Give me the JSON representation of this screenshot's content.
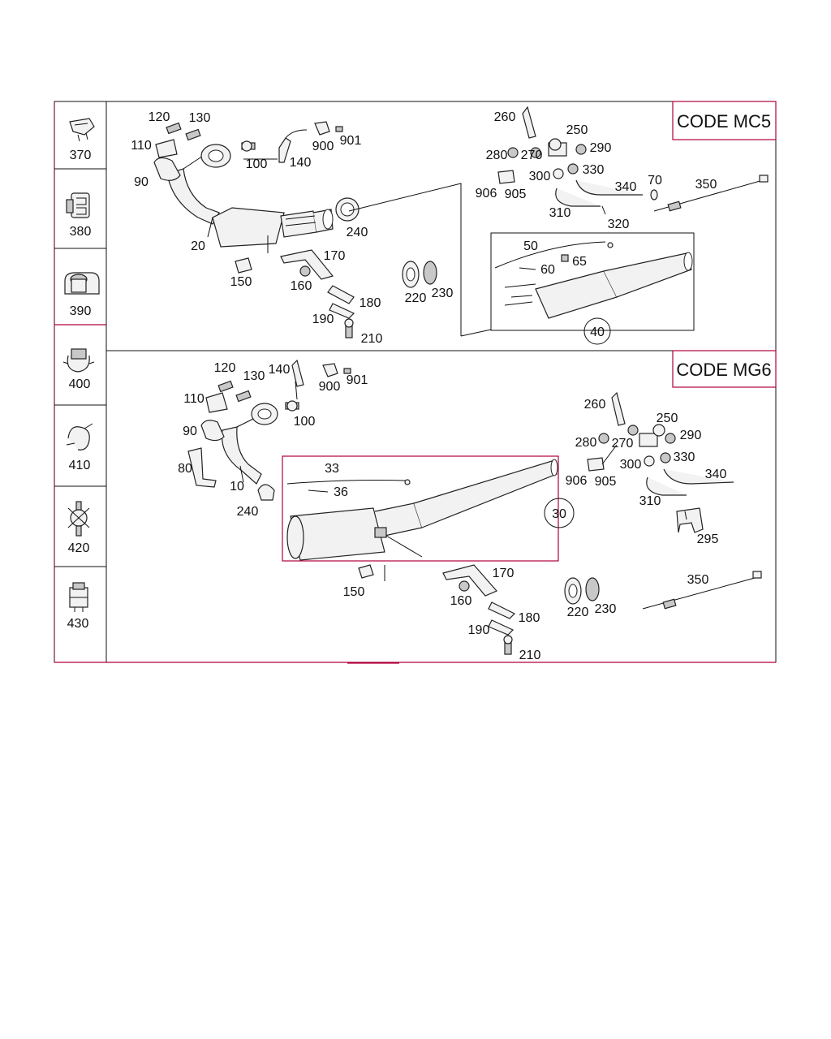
{
  "sidebar": {
    "items": [
      {
        "label": "370",
        "icon": "clip-370-icon"
      },
      {
        "label": "380",
        "icon": "clip-380-icon"
      },
      {
        "label": "390",
        "icon": "clamp-390-icon"
      },
      {
        "label": "400",
        "icon": "clip-400-icon"
      },
      {
        "label": "410",
        "icon": "clip-410-icon"
      },
      {
        "label": "420",
        "icon": "fastener-420-icon"
      },
      {
        "label": "430",
        "icon": "block-430-icon"
      }
    ]
  },
  "sections": {
    "top": {
      "code": "CODE MC5",
      "callouts": [
        "120",
        "130",
        "110",
        "90",
        "100",
        "140",
        "900",
        "901",
        "20",
        "240",
        "150",
        "160",
        "170",
        "180",
        "190",
        "210",
        "220",
        "230",
        "260",
        "250",
        "280",
        "270",
        "290",
        "300",
        "330",
        "906",
        "905",
        "340",
        "70",
        "350",
        "310",
        "320",
        "50",
        "60",
        "65",
        "40"
      ]
    },
    "bottom": {
      "code": "CODE MG6",
      "callouts": [
        "120",
        "130",
        "140",
        "900",
        "901",
        "110",
        "90",
        "100",
        "80",
        "10",
        "240",
        "33",
        "36",
        "30",
        "150",
        "160",
        "170",
        "180",
        "190",
        "210",
        "220",
        "230",
        "350",
        "260",
        "250",
        "280",
        "270",
        "290",
        "300",
        "330",
        "906",
        "905",
        "340",
        "310",
        "295"
      ]
    }
  },
  "colors": {
    "frame": "#111111",
    "accent": "#b0003a"
  }
}
